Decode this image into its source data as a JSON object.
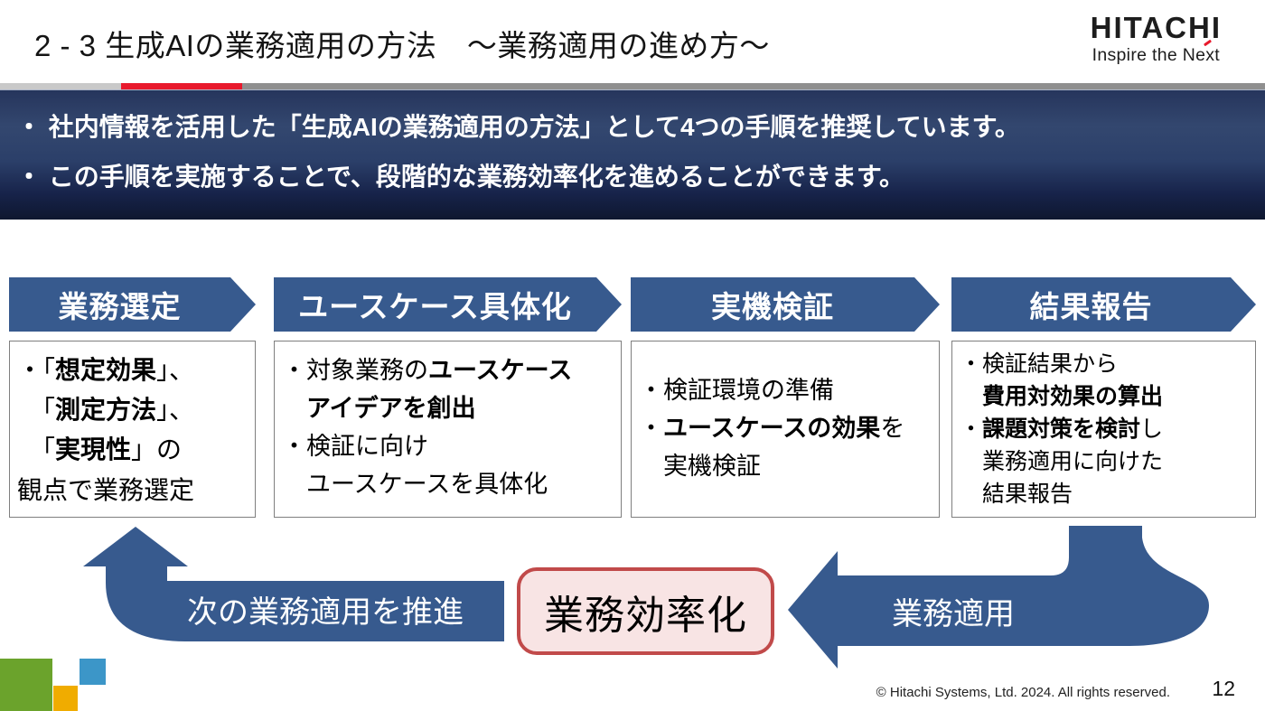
{
  "header": {
    "title": "2 - 3 生成AIの業務適用の方法　～業務適用の進め方～",
    "logo": {
      "brand": "HITACHI",
      "tagline": "Inspire the Next"
    }
  },
  "banner": {
    "bullets": [
      "・ 社内情報を活用した「生成AIの業務適用の方法」として4つの手順を推奨しています。",
      "・ この手順を実施することで、段階的な業務効率化を進めることができます。"
    ]
  },
  "steps": [
    {
      "header": "業務選定",
      "lines": [
        [
          {
            "t": "・「"
          },
          {
            "t": "想定効果",
            "b": 1
          },
          {
            "t": "」、"
          }
        ],
        [
          {
            "t": "　「"
          },
          {
            "t": "測定方法",
            "b": 1
          },
          {
            "t": "」、"
          }
        ],
        [
          {
            "t": "　「"
          },
          {
            "t": "実現性",
            "b": 1
          },
          {
            "t": "」の"
          }
        ],
        [
          {
            "t": "観点で業務選定"
          }
        ]
      ]
    },
    {
      "header": "ユースケース具体化",
      "lines": [
        [
          {
            "t": "・対象業務の"
          },
          {
            "t": "ユースケース",
            "b": 1
          }
        ],
        [
          {
            "t": "　"
          },
          {
            "t": "アイデアを創出",
            "b": 1
          }
        ],
        [
          {
            "t": "・検証に向け"
          }
        ],
        [
          {
            "t": "　ユースケースを具体化"
          }
        ]
      ]
    },
    {
      "header": "実機検証",
      "lines": [
        [
          {
            "t": "・検証環境の準備"
          }
        ],
        [
          {
            "t": "・"
          },
          {
            "t": "ユースケースの効果",
            "b": 1
          },
          {
            "t": "を"
          }
        ],
        [
          {
            "t": "　実機検証"
          }
        ]
      ]
    },
    {
      "header": "結果報告",
      "lines": [
        [
          {
            "t": "・検証結果から"
          }
        ],
        [
          {
            "t": "　"
          },
          {
            "t": "費用対効果の算出",
            "b": 1
          }
        ],
        [
          {
            "t": "・"
          },
          {
            "t": "課題対策を検討",
            "b": 1
          },
          {
            "t": "し"
          }
        ],
        [
          {
            "t": "　業務適用に向けた"
          }
        ],
        [
          {
            "t": "　結果報告"
          }
        ]
      ]
    }
  ],
  "flow": {
    "left_arrow_label": "次の業務適用を推進",
    "center_label": "業務効率化",
    "right_arrow_label": "業務適用"
  },
  "footer": {
    "copyright": "© Hitachi Systems, Ltd. 2024. All rights reserved.",
    "page": "12"
  },
  "colors": {
    "arrow_blue": "#375a8e",
    "hitachi_red": "#e8192c",
    "pink_fill": "#f8e4e4",
    "pink_border": "#c14a4a",
    "decor_green": "#6ba32c",
    "decor_yellow": "#f0ac00",
    "decor_blue": "#3c96c8"
  }
}
